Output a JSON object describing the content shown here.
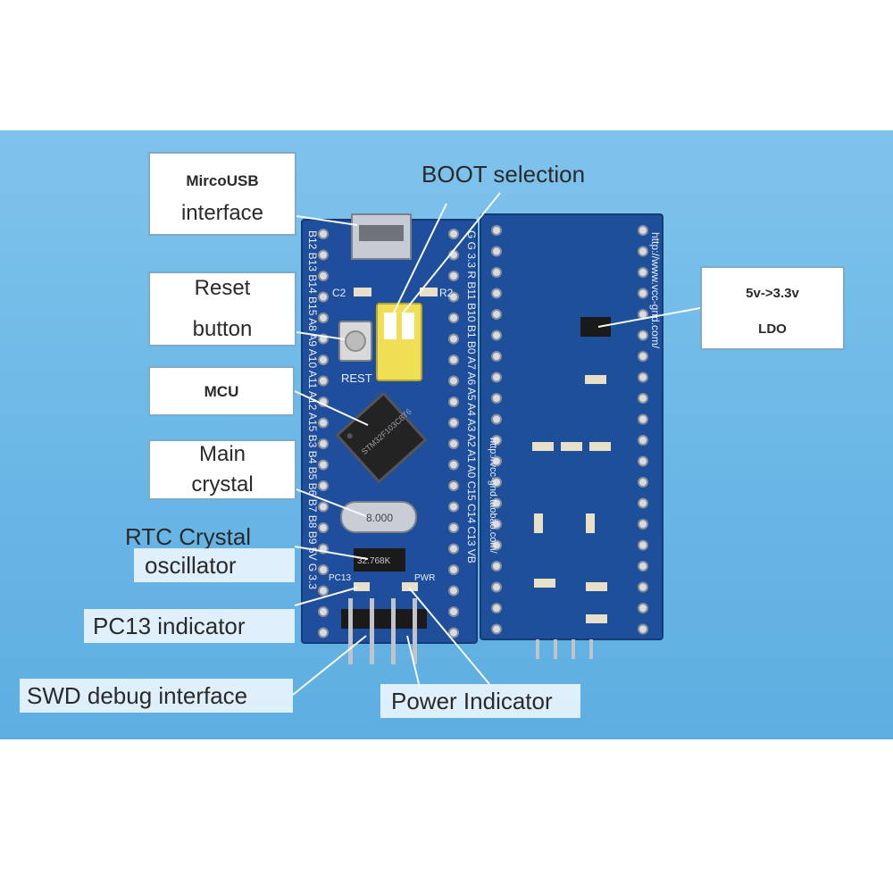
{
  "callouts": {
    "microusb": [
      "MircoUSB",
      "interface"
    ],
    "boot": "BOOT selection",
    "reset": [
      "Reset",
      "button"
    ],
    "mcu": "MCU",
    "main_crystal": [
      "Main",
      "crystal"
    ],
    "rtc": [
      "RTC Crystal",
      "oscillator"
    ],
    "pc13": "PC13 indicator",
    "swd": "SWD debug interface",
    "power": "Power Indicator",
    "ldo": [
      "5v->3.3v",
      "LDO"
    ]
  },
  "board": {
    "left_pins_label": "B12 B13 B14 B15 A8 A9 A10 A11 A12 A15 B3 B4 B5 B6 B7 B8 B9 5V G 3.3",
    "right_pins_label": "G G 3.3 R B11 B10 B1 B0 A7 A6 A5 A4 A3 A2 A1 A0 C15 C14 C13 VB",
    "reset_label": "REST",
    "crystal_text": "8.000",
    "rtc_text": "32.768K",
    "chip_text": "STM32F103C8T6",
    "pc13_silk": "PC13",
    "pwr_silk": "PWR",
    "url_front": "http://vcc-gnd.taobao.com/",
    "url_back": "http://www.vcc-gnd.com/",
    "c2_silk": "C2",
    "r2_silk": "R2"
  },
  "colors": {
    "background": "#6ab7e6",
    "board": "#1f4f9c",
    "callout_border": "#7da9cc"
  }
}
